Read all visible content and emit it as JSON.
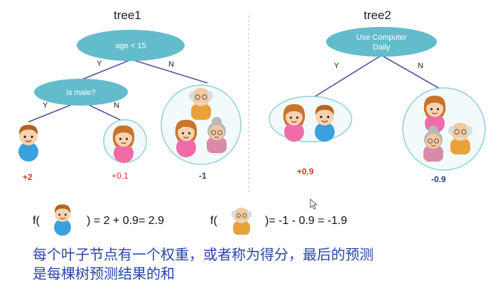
{
  "tree1": {
    "title": "tree1",
    "root_label": "age < 15",
    "child_label": "is male?",
    "edge_root_left": "Y",
    "edge_root_right": "N",
    "edge_child_left": "Y",
    "edge_child_right": "N",
    "leaf_scores": [
      "+2",
      "+0.1",
      "-1"
    ]
  },
  "tree2": {
    "title": "tree2",
    "root_label_line1": "Use Computer",
    "root_label_line2": "Daily",
    "edge_left": "Y",
    "edge_right": "N",
    "leaf_scores": [
      "+0.9",
      "-0.9"
    ]
  },
  "formulas": {
    "boy_prefix": "f(",
    "boy_suffix": ") = 2 + 0.9= 2.9",
    "grandpa_prefix": "f(",
    "grandpa_suffix": ")= -1 - 0.9 = -1.9"
  },
  "caption": {
    "line1": "每个叶子节点有一个权重，或者称为得分，最后的预测",
    "line2": "是每棵树预测结果的和"
  },
  "colors": {
    "node_fill": "#63bccb",
    "edge": "#5a4fa0",
    "positive_score": "#e0322a",
    "negative_score": "#283a7a",
    "caption": "#2a46a8",
    "leaf_circle_fill": "#f3fafb",
    "leaf_circle_stroke": "#8fd2d6"
  }
}
